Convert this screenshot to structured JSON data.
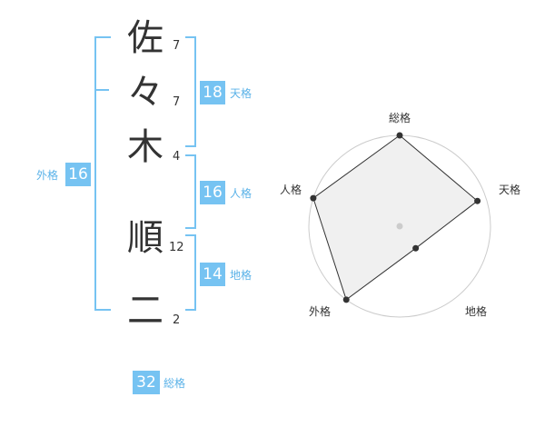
{
  "name": {
    "chars": [
      {
        "char": "佐",
        "strokes": "7"
      },
      {
        "char": "々",
        "strokes": "7"
      },
      {
        "char": "木",
        "strokes": "4"
      },
      {
        "char": "順",
        "strokes": "12"
      },
      {
        "char": "二",
        "strokes": "2"
      }
    ]
  },
  "fortune": {
    "tenkaku": {
      "value": "18",
      "label": "天格"
    },
    "jinkaku": {
      "value": "16",
      "label": "人格"
    },
    "chikaku": {
      "value": "14",
      "label": "地格"
    },
    "gaikaku": {
      "value": "16",
      "label": "外格"
    },
    "soukaku": {
      "value": "32",
      "label": "総格"
    }
  },
  "colors": {
    "accent": "#76c3f2",
    "accent_text": "#5ab2e8",
    "text": "#333333",
    "radar_fill": "#f0f0f0",
    "radar_grid": "#cccccc"
  },
  "radar": {
    "labels": {
      "soukaku": "総格",
      "tenkaku": "天格",
      "chikaku": "地格",
      "gaikaku": "外格",
      "jinkaku": "人格"
    },
    "scale_max": 5,
    "scores": {
      "soukaku": 5,
      "tenkaku": 4.5,
      "chikaku": 1.5,
      "gaikaku": 5,
      "jinkaku": 5
    }
  }
}
